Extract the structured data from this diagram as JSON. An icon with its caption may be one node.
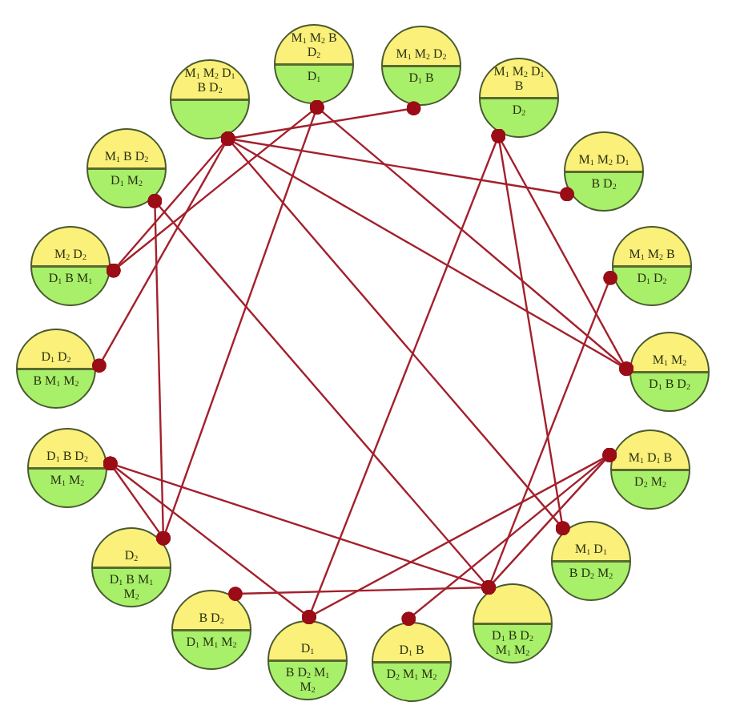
{
  "diagram": {
    "nodes": [
      {
        "text": [
          "M$_{1}$ M$_{2}$ B D$_{2}$",
          "D$_{1}$"
        ]
      },
      {
        "text": [
          "M$_{1}$ M$_{2}$ D$_{2}$",
          "D$_{1}$ B"
        ]
      },
      {
        "text": [
          "M$_{1}$ M$_{2}$ D$_{1}$ B",
          "D$_{2}$"
        ]
      },
      {
        "text": [
          "M$_{1}$ M$_{2}$ D$_{1}$",
          "B D$_{2}$"
        ]
      },
      {
        "text": [
          "M$_{1}$ M$_{2}$ B",
          "D$_{1}$ D$_{2}$"
        ]
      },
      {
        "text": [
          "M$_{1}$ M$_{2}$",
          "D$_{1}$ B D$_{2}$"
        ]
      },
      {
        "text": [
          "M$_{1}$ D$_{1}$ B",
          "D$_{2}$ M$_{2}$"
        ]
      },
      {
        "text": [
          "M$_{1}$ D$_{1}$",
          "B D$_{2}$ M$_{2}$"
        ]
      },
      {
        "text": [
          "D$_{1}$ B D$_{2}$ M$_{1}$ M$_{2}$"
        ]
      },
      {
        "text": [
          "D$_{1}$ B",
          "D$_{2}$ M$_{1}$ M$_{2}$"
        ]
      },
      {
        "text": [
          "D$_{1}$",
          "B D$_{2}$ M$_{1}$ M$_{2}$"
        ]
      },
      {
        "text": [
          "B D$_{2}$",
          "D$_{1}$ M$_{1}$ M$_{2}$"
        ]
      },
      {
        "text": [
          "D$_{2}$",
          "D$_{1}$ B M$_{1}$ M$_{2}$"
        ]
      },
      {
        "text": [
          "D$_{1}$ B D$_{2}$",
          "M$_{1}$ M$_{2}$"
        ]
      },
      {
        "text": [
          "D$_{1}$ D$_{2}$",
          "B M$_{1}$ M$_{2}$"
        ]
      },
      {
        "text": [
          "M$_{2}$ D$_{2}$",
          "D$_{1}$ B M$_{1}$"
        ]
      },
      {
        "text": [
          "M$_{1}$ B D$_{2}$",
          "D$_{1}$ M$_{2}$"
        ]
      },
      {
        "text": [
          "M$_{1}$ M$_{2}$ D$_{1}$ B D$_{2}$"
        ]
      }
    ],
    "edges": [
      {
        "from": 17,
        "to": 1,
        "arrow": "other"
      },
      {
        "from": 17,
        "to": 3,
        "arrow": "other"
      },
      {
        "from": 17,
        "to": 5,
        "arrow": "other"
      },
      {
        "from": 17,
        "to": 7,
        "arrow": "other"
      },
      {
        "from": 17,
        "to": 15,
        "arrow": "other"
      },
      {
        "from": 17,
        "to": 14,
        "arrow": "other"
      },
      {
        "from": 0,
        "to": 12,
        "arrow": "other"
      },
      {
        "from": 0,
        "to": 5,
        "arrow": "other"
      },
      {
        "from": 0,
        "to": 15,
        "arrow": "other"
      },
      {
        "from": 2,
        "to": 5,
        "arrow": "other"
      },
      {
        "from": 2,
        "to": 7,
        "arrow": "other"
      },
      {
        "from": 2,
        "to": 10,
        "arrow": "other"
      },
      {
        "from": 4,
        "to": 8,
        "arrow": "other"
      },
      {
        "from": 16,
        "to": 12,
        "arrow": "other"
      },
      {
        "from": 16,
        "to": 8,
        "arrow": "other"
      },
      {
        "from": 13,
        "to": 12,
        "arrow": "other"
      },
      {
        "from": 13,
        "to": 10,
        "arrow": "other"
      },
      {
        "from": 13,
        "to": 8,
        "arrow": "other"
      },
      {
        "from": 11,
        "to": 8,
        "arrow": "other"
      },
      {
        "from": 6,
        "to": 8,
        "arrow": "other"
      },
      {
        "from": 6,
        "to": 9,
        "arrow": "other"
      },
      {
        "from": 6,
        "to": 10,
        "arrow": "other"
      }
    ]
  }
}
